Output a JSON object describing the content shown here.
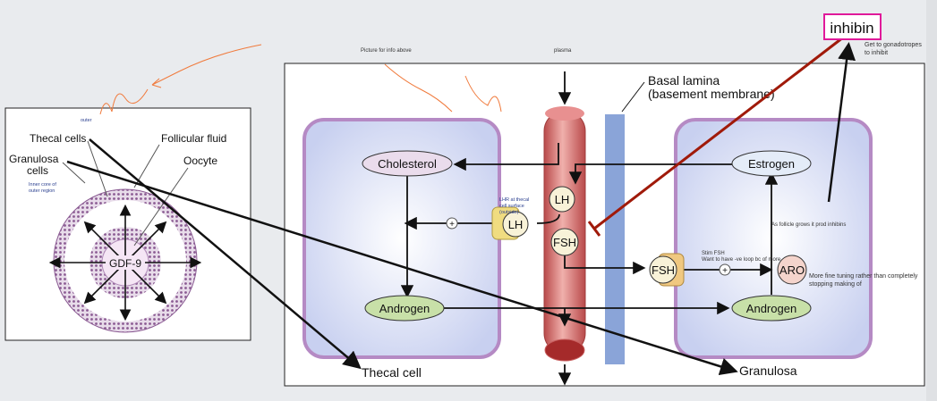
{
  "notes": {
    "picture_for_info": "Picture for info above",
    "plasma": "plasma",
    "inhibin_box": "inhibin",
    "gonadotropes": "Get to gonadotropes to inhibit",
    "outer": "outer",
    "inner_core": "Inner core of",
    "inner_core2": "outer region",
    "lhr": "LHR at thecal",
    "lhr2": "cell surface",
    "lhr3": "(outside)",
    "follicle_grows": "As follicle grows it prod inhibins",
    "stim_fsh": "Stim FSH",
    "want_loop": "Want to have -ve loop bc of more",
    "fine_tuning": "More fine tuning rather than completely stopping making of"
  },
  "follicle_figure": {
    "thecal_cells": "Thecal cells",
    "granulosa": "Granulosa",
    "cells": "cells",
    "follicular_fluid": "Follicular fluid",
    "oocyte": "Oocyte",
    "gdf9": "GDF-9"
  },
  "diagram": {
    "basal_lamina": "Basal lamina",
    "basement_membrane": "(basement membrane)",
    "cholesterol": "Cholesterol",
    "androgen_left": "Androgen",
    "estrogen": "Estrogen",
    "androgen_right": "Androgen",
    "lh_blood": "LH",
    "lh_receptor": "LH",
    "fsh_blood": "FSH",
    "fsh_receptor": "FSH",
    "aro": "ARO",
    "plus": "+",
    "thecal_cell": "Thecal cell",
    "granulosa": "Granulosa"
  },
  "colors": {
    "ink_annotation": "#f07a3c",
    "inhibin_border": "#e0199a",
    "inhibition_line": "#a01a0a",
    "vessel": "#d87a78",
    "basal_lamina": "#8aa4d8"
  }
}
